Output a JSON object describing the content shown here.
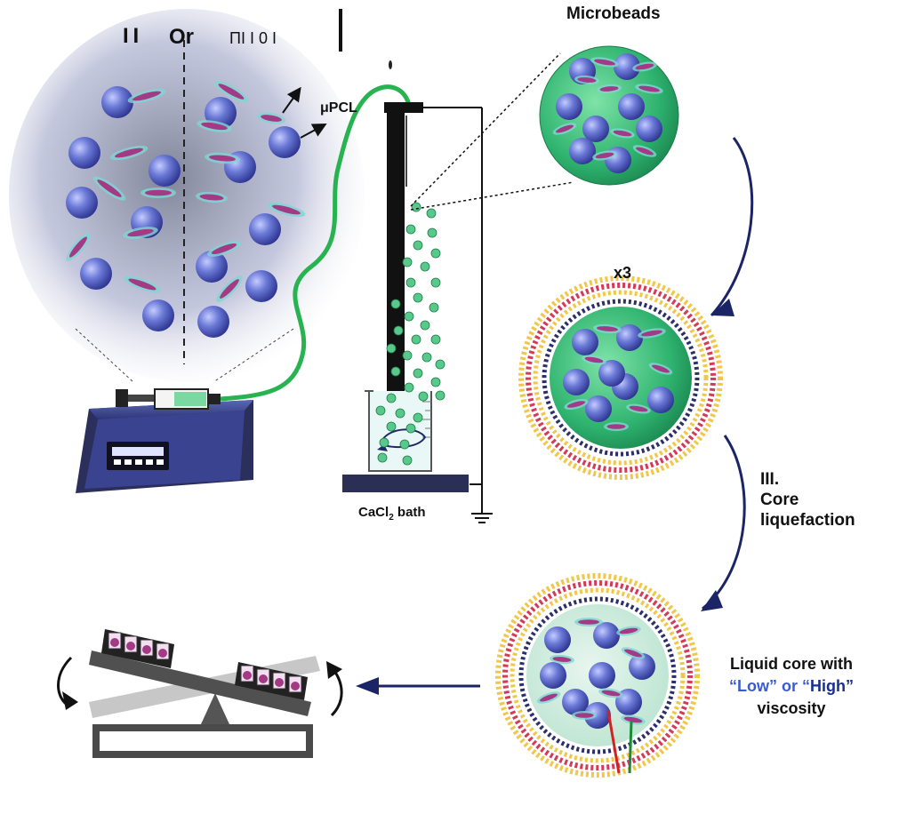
{
  "top_header": {
    "left_glyph": "I I",
    "or_text": "Or",
    "right_glyph": "ΠI I 0 I"
  },
  "labels": {
    "upcl": "μPCL",
    "microbeads": "Microbeads",
    "repeat": "x3",
    "bath_prefix": "CaCl",
    "bath_sub": "2",
    "bath_suffix": " bath",
    "step_number": "III.",
    "step_line1": "Core",
    "step_line2": "liquefaction",
    "liquid_line1": "Liquid core with",
    "liquid_q1": "“",
    "liquid_low": "Low",
    "liquid_mid": "” or “",
    "liquid_high": "High",
    "liquid_q2": "”",
    "liquid_line3": "viscosity"
  },
  "colors": {
    "bead_green": "#2fb36f",
    "cell_blue": "#5566cc",
    "microcarrier_pink": "#a23a86",
    "tube_green": "#27b34f",
    "arrow_navy": "#1b2466",
    "membrane_red": "#d23c5a",
    "membrane_yellow": "#f1c74a"
  }
}
